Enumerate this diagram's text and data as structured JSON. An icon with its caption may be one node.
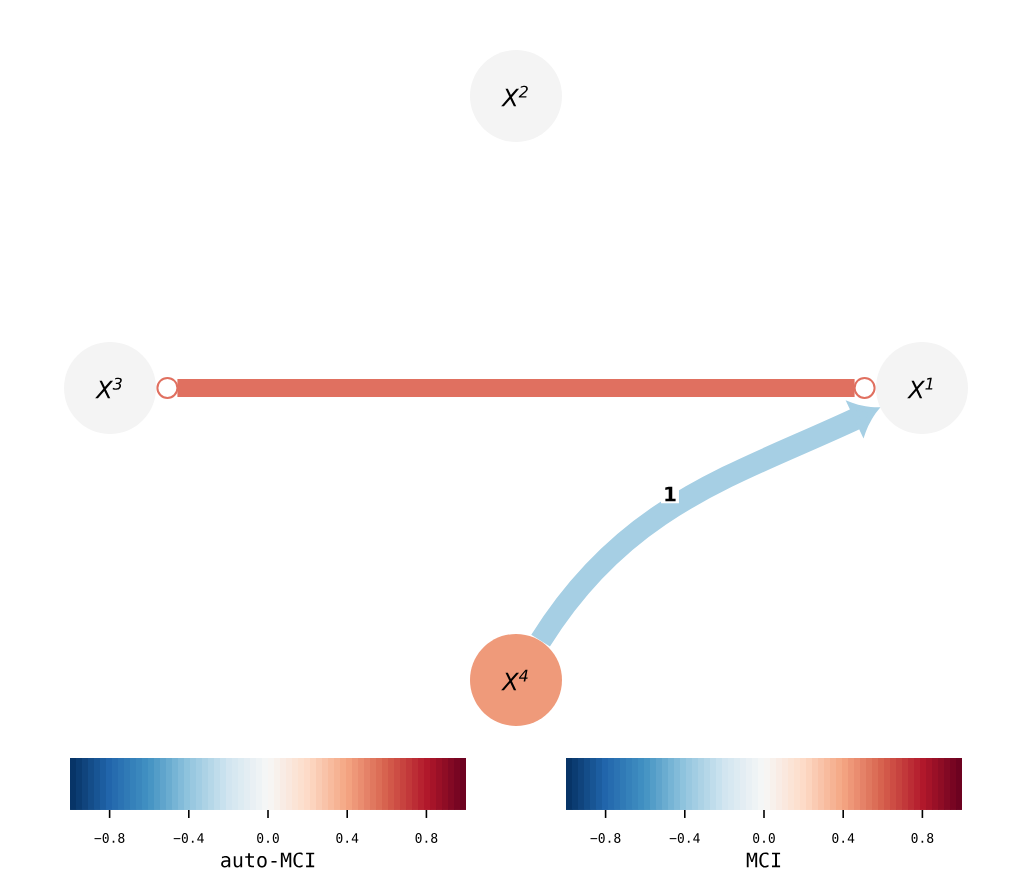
{
  "diagram": {
    "nodes": [
      {
        "text": [
          "X$^{1}$"
        ]
      },
      {
        "text": [
          "X$^{2}$"
        ]
      },
      {
        "text": [
          "X$^{3}$"
        ]
      },
      {
        "text": [
          "X$^{4}$"
        ]
      }
    ],
    "edges": [
      {
        "from": 2,
        "to": 0,
        "arrow": "other",
        "color": "#e07060"
      },
      {
        "from": 3,
        "to": 0,
        "arrow": "to",
        "label": "1",
        "color": "#a6cfe4"
      }
    ],
    "labels": [
      "−0.8",
      "−0.4",
      "0.0",
      "0.4",
      "0.8",
      "auto-MCI",
      "−0.8",
      "−0.4",
      "0.0",
      "0.4",
      "0.8",
      "MCI"
    ]
  }
}
